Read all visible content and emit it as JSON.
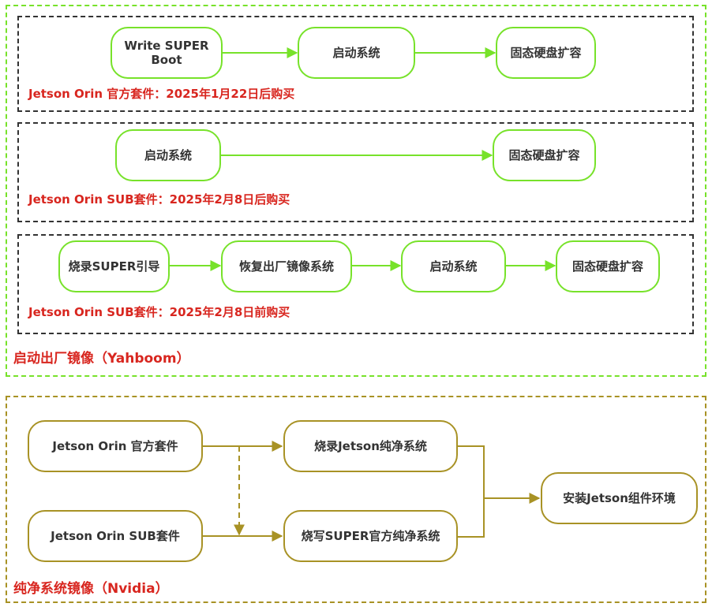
{
  "colors": {
    "yahboom_border": "#77e22a",
    "nvidia_border": "#a89225",
    "row_border": "#333333",
    "label_red": "#d8261f",
    "node_text": "#333333"
  },
  "yahboom": {
    "title": "启动出厂镜像（Yahboom）",
    "row1": {
      "label": "Jetson Orin 官方套件：2025年1月22日后购买",
      "steps": [
        "Write SUPER\nBoot",
        "启动系统",
        "固态硬盘扩容"
      ]
    },
    "row2": {
      "label": "Jetson Orin SUB套件：2025年2月8日后购买",
      "steps": [
        "启动系统",
        "固态硬盘扩容"
      ]
    },
    "row3": {
      "label": "Jetson Orin SUB套件：2025年2月8日前购买",
      "steps": [
        "烧录SUPER引导",
        "恢复出厂镜像系统",
        "启动系统",
        "固态硬盘扩容"
      ]
    }
  },
  "nvidia": {
    "title": "纯净系统镜像（Nvidia）",
    "kit_official": "Jetson Orin 官方套件",
    "kit_sub": "Jetson Orin SUB套件",
    "flash_jetson": "烧录Jetson纯净系统",
    "flash_super": "烧写SUPER官方纯净系统",
    "install_env": "安装Jetson组件环境"
  }
}
